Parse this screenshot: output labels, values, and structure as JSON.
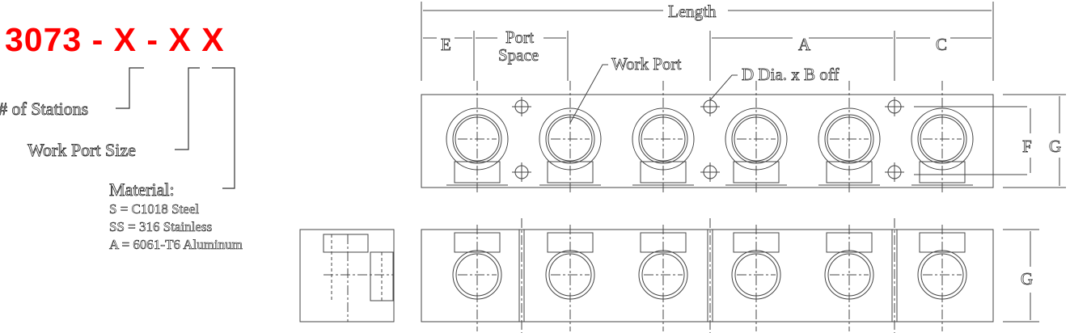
{
  "part_number": {
    "base": "3073",
    "sep1": " - ",
    "x1": "X",
    "sep2": " - ",
    "x2": "X",
    "sep3": " ",
    "x3": "X",
    "color": "#ff0000"
  },
  "legend": {
    "stations": "# of Stations",
    "port_size": "Work Port Size",
    "material": "Material:",
    "materials": [
      "S = C1018 Steel",
      "SS = 316 Stainless",
      "A = 6061-T6 Aluminum"
    ]
  },
  "dimensions": {
    "length": "Length",
    "e": "E",
    "port_space": [
      "Port",
      "Space"
    ],
    "a": "A",
    "c": "C",
    "work_port": "Work Port",
    "d_dia": "D Dia. x B off",
    "f": "F",
    "g": "G",
    "g_bottom": "G"
  }
}
